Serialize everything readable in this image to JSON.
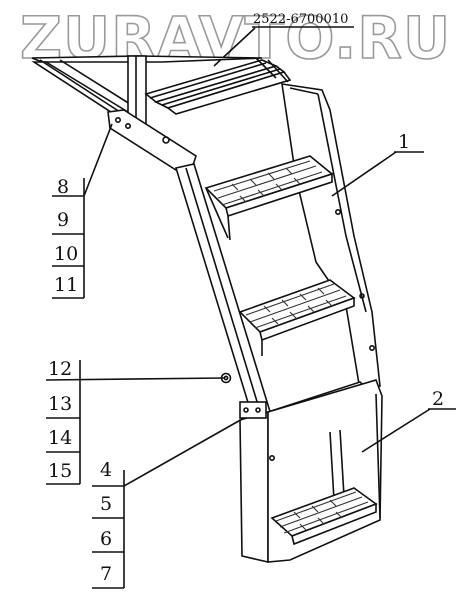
{
  "watermark": "ZURAVTO.RU",
  "part_number": "2522-6700010",
  "callouts": {
    "c1": "1",
    "c2": "2",
    "c8": "8",
    "c9": "9",
    "c10": "10",
    "c11": "11",
    "c12": "12",
    "c13": "13",
    "c14": "14",
    "c15": "15",
    "c4": "4",
    "c5": "5",
    "c6": "6",
    "c7": "7"
  }
}
